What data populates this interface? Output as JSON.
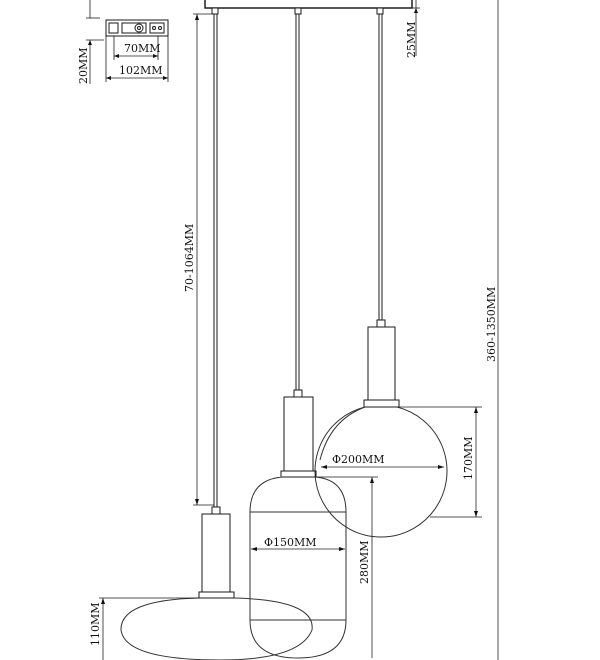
{
  "dimensions": {
    "mount_inner_width": "70MM",
    "mount_outer_width": "102MM",
    "mount_height": "20MM",
    "canopy_height": "25MM",
    "cable_length": "70-1064MM",
    "total_height": "360-1350MM",
    "globe_diameter": "Φ200MM",
    "globe_height": "170MM",
    "capsule_diameter": "Φ150MM",
    "capsule_height": "280MM",
    "disc_height": "110MM"
  }
}
